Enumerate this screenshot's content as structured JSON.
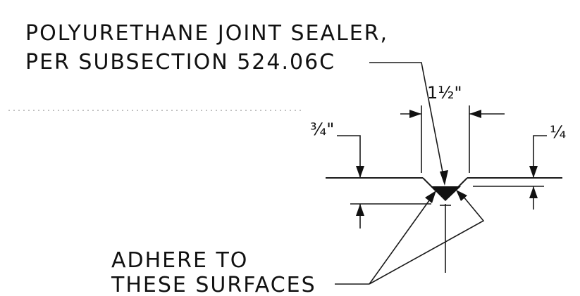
{
  "notes": {
    "sealer_line1": "POLYURETHANE JOINT SEALER,",
    "sealer_line2": "PER SUBSECTION 524.06C",
    "adhere_line1": "ADHERE TO",
    "adhere_line2": "THESE SURFACES"
  },
  "dimensions": {
    "width": "1½\"",
    "depth_left": "¾\"",
    "depth_right": "¼"
  },
  "colors": {
    "ink": "#111111",
    "sealer_fill": "#111111"
  }
}
